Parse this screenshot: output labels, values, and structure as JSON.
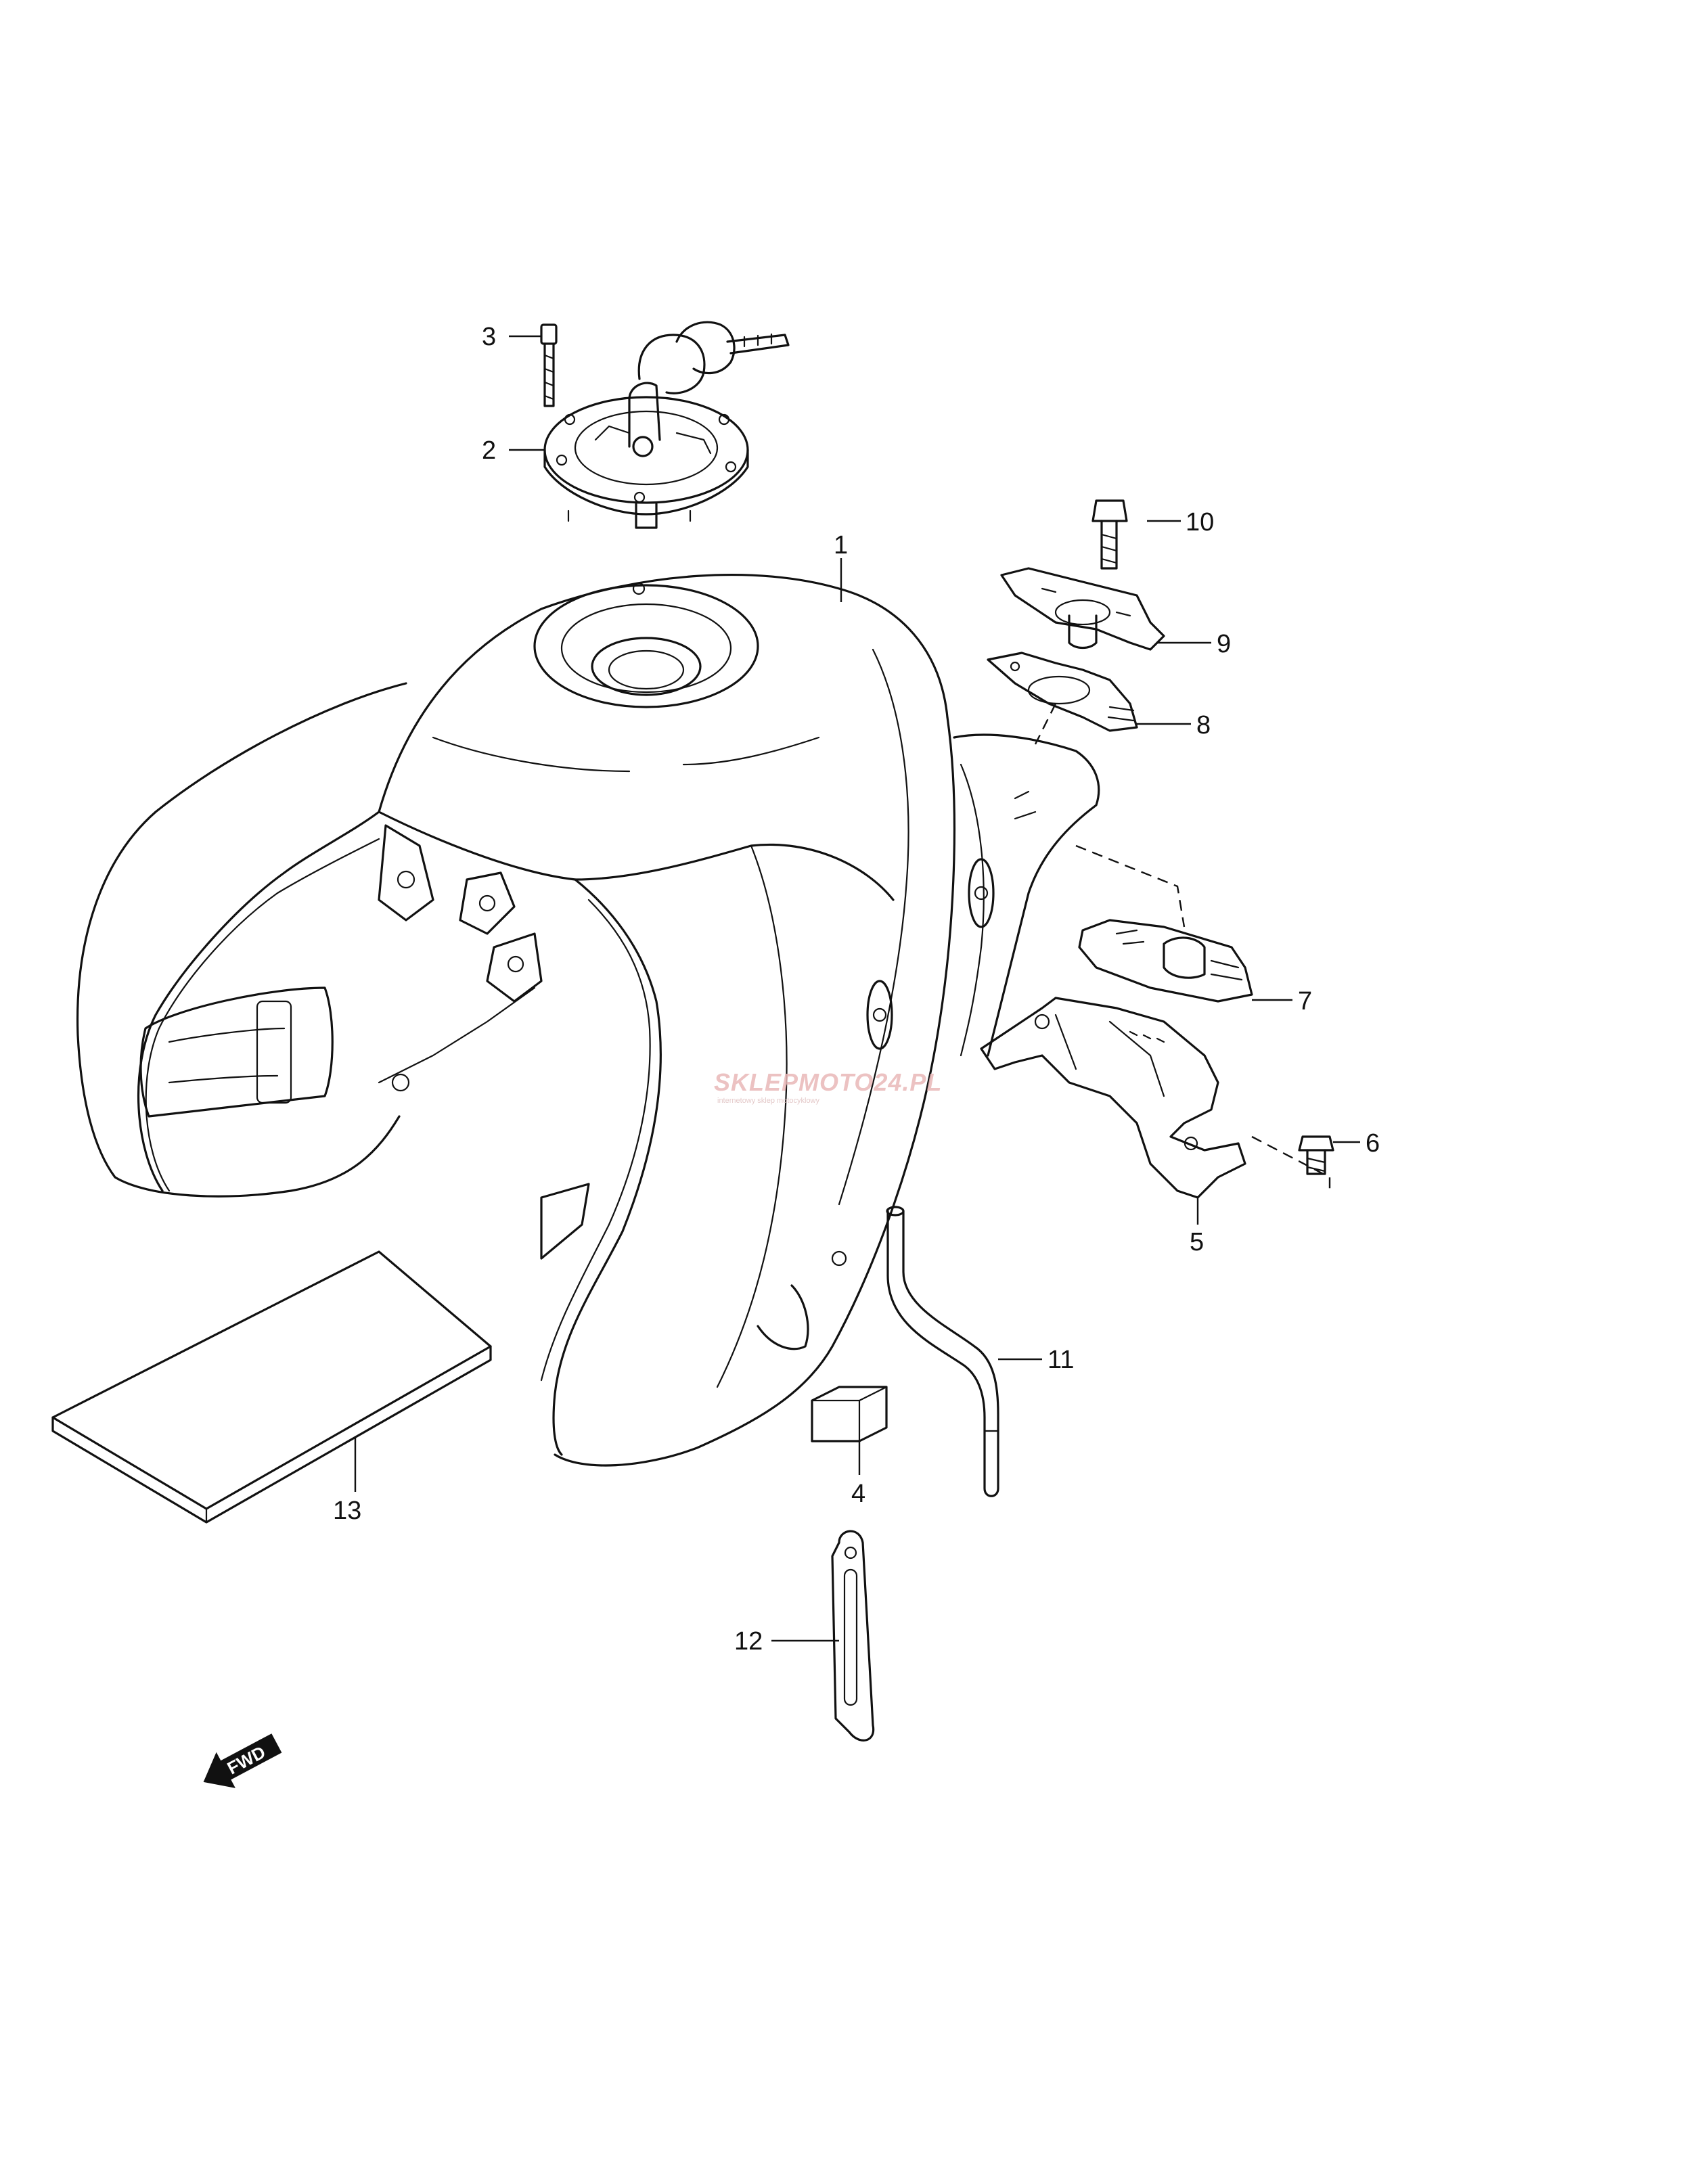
{
  "callouts": [
    {
      "id": "1",
      "label": "1"
    },
    {
      "id": "2",
      "label": "2"
    },
    {
      "id": "3",
      "label": "3"
    },
    {
      "id": "4",
      "label": "4"
    },
    {
      "id": "5",
      "label": "5"
    },
    {
      "id": "6",
      "label": "6"
    },
    {
      "id": "7",
      "label": "7"
    },
    {
      "id": "8",
      "label": "8"
    },
    {
      "id": "9",
      "label": "9"
    },
    {
      "id": "10",
      "label": "10"
    },
    {
      "id": "11",
      "label": "11"
    },
    {
      "id": "12",
      "label": "12"
    },
    {
      "id": "13",
      "label": "13"
    }
  ],
  "direction_marker": {
    "label": "FWD",
    "icon": "forward-arrow-icon"
  },
  "watermark": {
    "brand": "SKLEPMOTO24.PL",
    "tagline": "internetowy sklep motocyklowy"
  }
}
